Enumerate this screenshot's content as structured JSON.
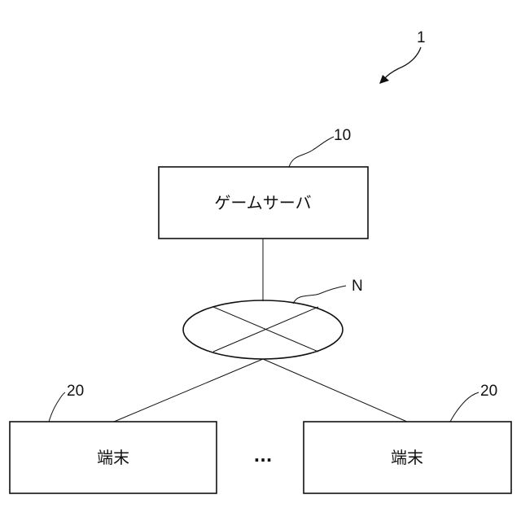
{
  "diagram": {
    "system_ref": "1",
    "server": {
      "ref": "10",
      "label": "ゲームサーバ"
    },
    "network": {
      "ref": "N"
    },
    "terminals": [
      {
        "ref": "20",
        "label": "端末"
      },
      {
        "ref": "20",
        "label": "端末"
      }
    ],
    "ellipsis": "···"
  }
}
